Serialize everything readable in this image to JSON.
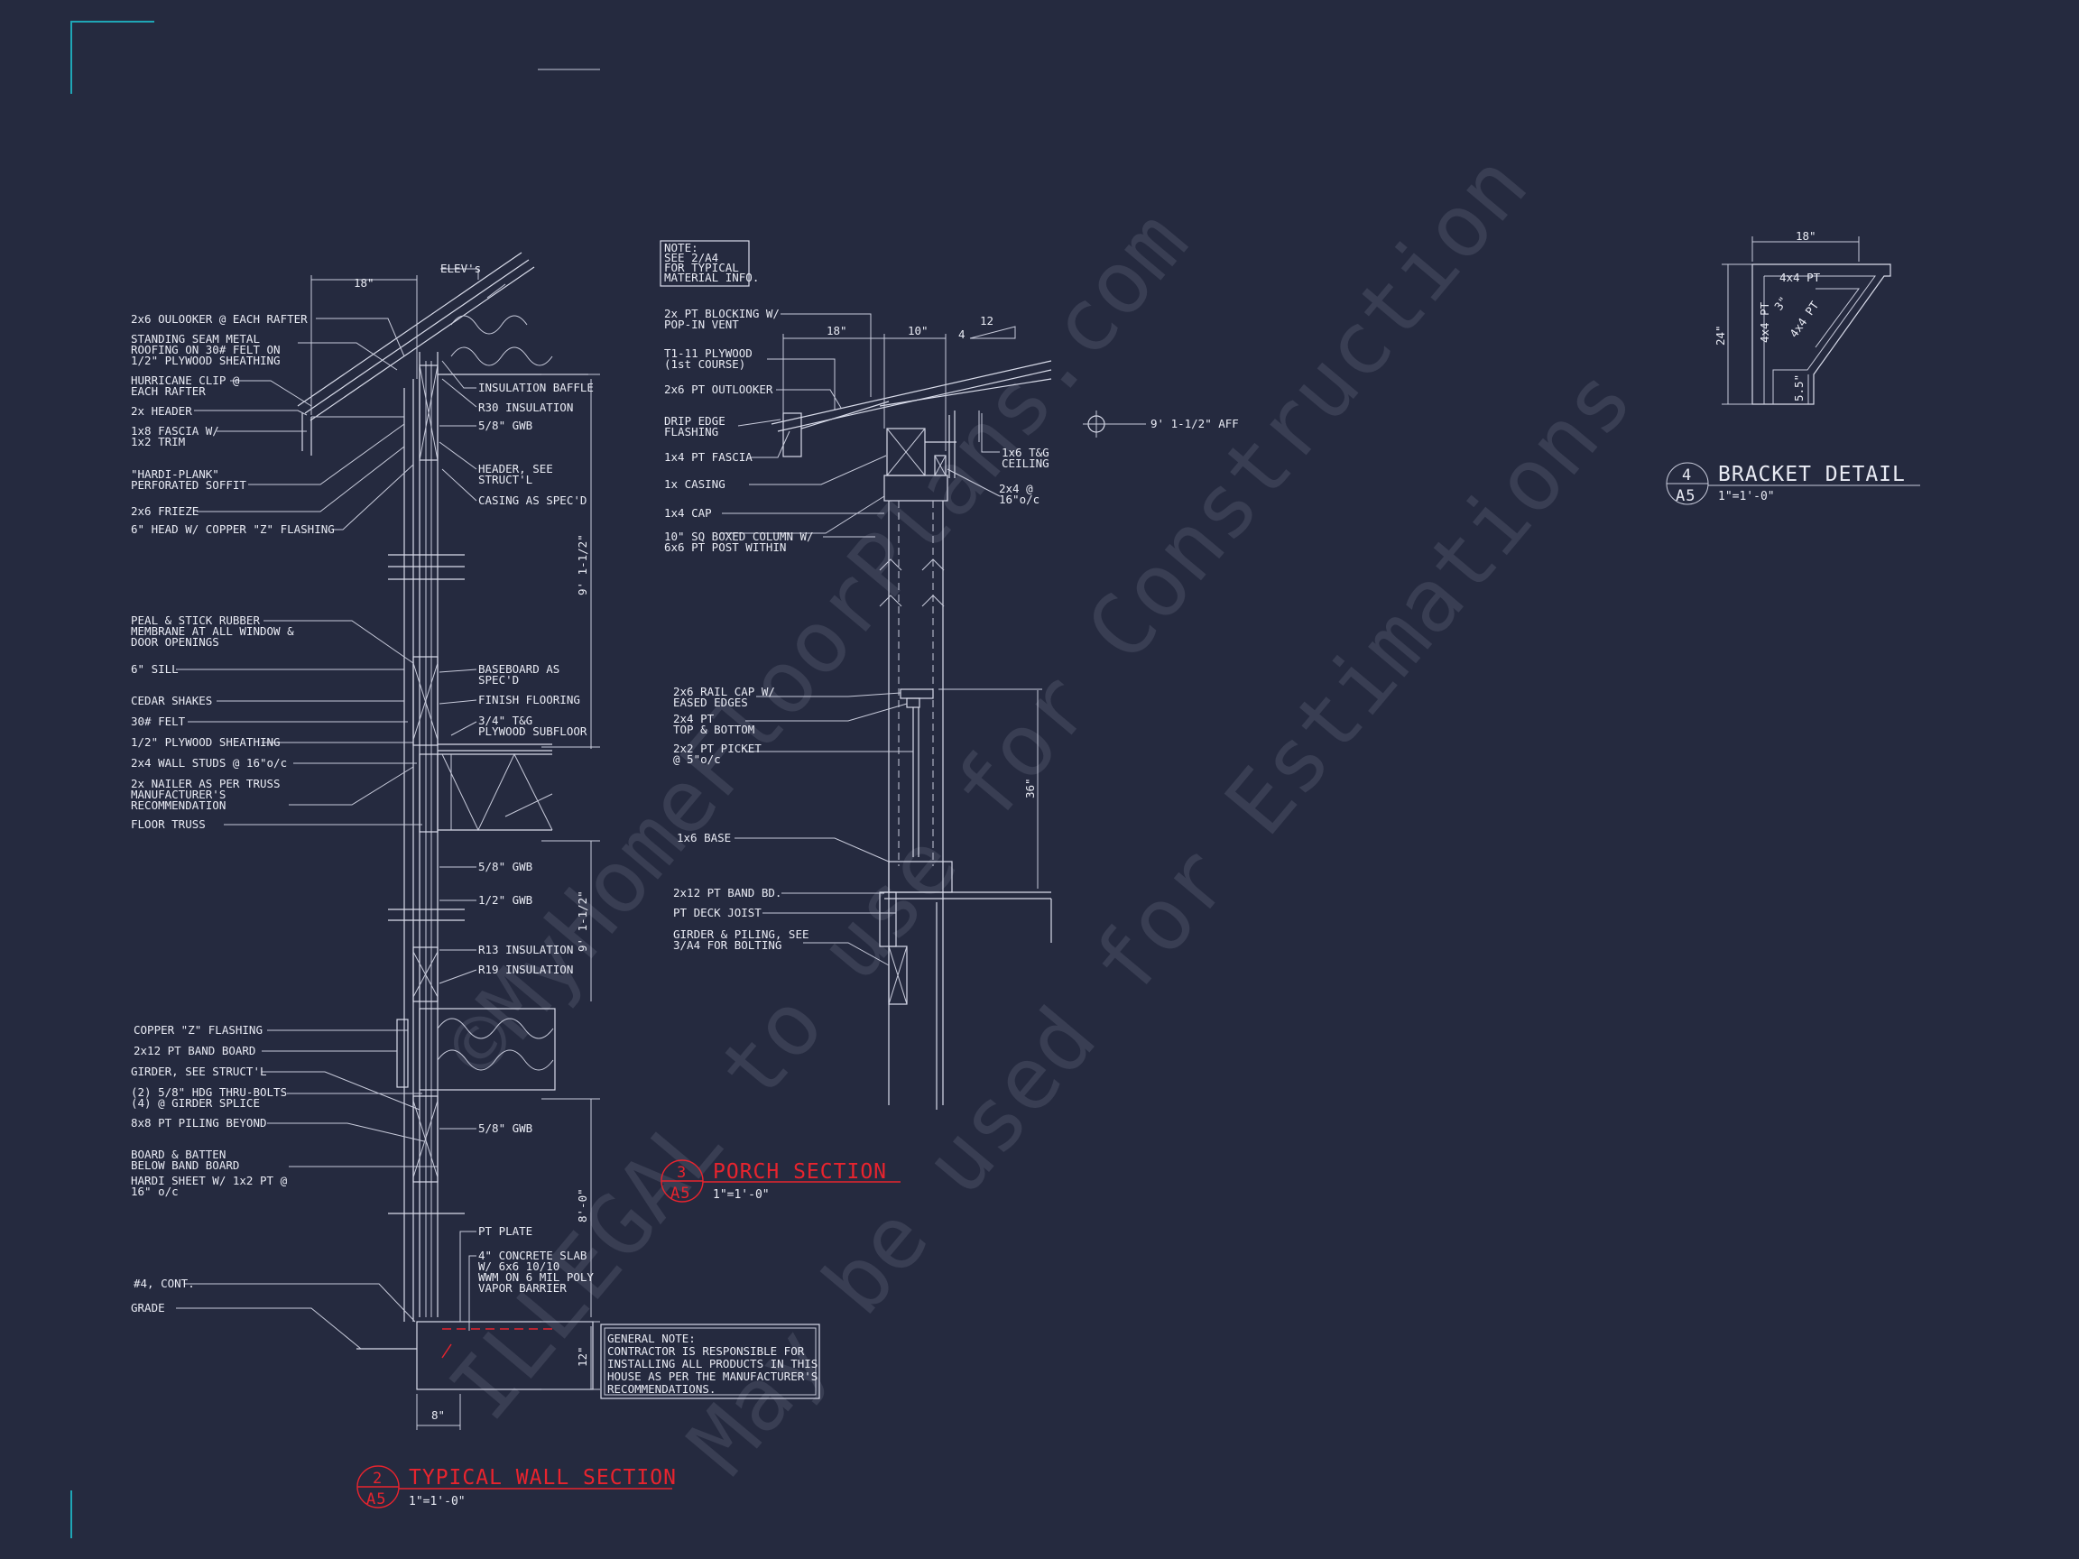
{
  "watermark": {
    "line1": "©MyHomeFloorPlans.com",
    "line2": "ILLEGAL to use for Construction",
    "line3": "May be used for Estimations"
  },
  "wall_section": {
    "number": "2",
    "sheet": "A5",
    "title": "TYPICAL WALL SECTION",
    "scale": "1\"=1'-0\"",
    "top_dims": {
      "overhang": "18\"",
      "elev": "ELEV's"
    },
    "left_labels": [
      "2x6 OULOOKER @ EACH RAFTER",
      "STANDING SEAM METAL",
      "ROOFING ON 30# FELT ON",
      "1/2\" PLYWOOD SHEATHING",
      "HURRICANE CLIP @",
      "EACH RAFTER",
      "2x HEADER",
      "1x8 FASCIA W/",
      "1x2 TRIM",
      "\"HARDI-PLANK\"",
      "PERFORATED SOFFIT",
      "2x6 FRIEZE",
      "6\" HEAD W/ COPPER \"Z\" FLASHING",
      "PEAL & STICK RUBBER",
      "MEMBRANE AT ALL WINDOW &",
      "DOOR OPENINGS",
      "6\" SILL",
      "CEDAR SHAKES",
      "30# FELT",
      "1/2\" PLYWOOD SHEATHING",
      "2x4 WALL STUDS @ 16\"o/c",
      "2x NAILER AS PER TRUSS",
      "MANUFACTURER'S",
      "RECOMMENDATION",
      "FLOOR TRUSS",
      "COPPER \"Z\" FLASHING",
      "2x12 PT BAND BOARD",
      "GIRDER, SEE STRUCT'L",
      "(2) 5/8\" HDG THRU-BOLTS",
      "(4) @ GIRDER SPLICE",
      "8x8 PT PILING BEYOND",
      "BOARD & BATTEN",
      "BELOW BAND BOARD",
      "HARDI SHEET W/ 1x2 PT @",
      "16\" o/c",
      "#4, CONT.",
      "GRADE"
    ],
    "right_labels": [
      "INSULATION BAFFLE",
      "R30 INSULATION",
      "5/8\" GWB",
      "HEADER, SEE",
      "STRUCT'L",
      "CASING AS SPEC'D",
      "BASEBOARD AS",
      "SPEC'D",
      "FINISH FLOORING",
      "3/4\" T&G",
      "PLYWOOD SUBFLOOR",
      "5/8\" GWB",
      "1/2\" GWB",
      "R13 INSULATION",
      "R19 INSULATION",
      "5/8\" GWB",
      "PT PLATE",
      "4\" CONCRETE SLAB",
      "W/ 6x6 10/10",
      "WWM ON 6 MIL POLY",
      "VAPOR BARRIER"
    ],
    "vertical_dims": [
      "9' 1-1/2\"",
      "9' 1-1/2\"",
      "8'-0\"",
      "12\""
    ],
    "bottom_dim": "8\""
  },
  "porch_section": {
    "number": "3",
    "sheet": "A5",
    "title": "PORCH SECTION",
    "scale": "1\"=1'-0\"",
    "note": [
      "NOTE:",
      "SEE 2/A4",
      "FOR TYPICAL",
      "MATERIAL INFO."
    ],
    "top_dims": {
      "overhang": "18\"",
      "column": "10\"",
      "pitch_rise": "4",
      "pitch_run": "12"
    },
    "elevation_mark": "9' 1-1/2\" AFF",
    "left_labels": [
      "2x PT BLOCKING W/",
      "POP-IN VENT",
      "T1-11 PLYWOOD",
      "(1st COURSE)",
      "2x6 PT OUTLOOKER",
      "DRIP EDGE",
      "FLASHING",
      "1x4 PT FASCIA",
      "1x CASING",
      "1x4 CAP",
      "10\" SQ BOXED COLUMN W/",
      "6x6 PT POST WITHIN",
      "2x6 RAIL CAP W/",
      "EASED EDGES",
      "2x4 PT",
      "TOP & BOTTOM",
      "2x2 PT PICKET",
      "@ 5\"o/c",
      "1x6 BASE",
      "2x12 PT BAND BD.",
      "PT DECK JOIST",
      "GIRDER & PILING, SEE",
      "3/A4 FOR BOLTING"
    ],
    "right_labels": [
      "1x6 T&G",
      "CEILING",
      "2x4 @",
      "16\"o/c"
    ],
    "rail_dim": "36\""
  },
  "bracket_detail": {
    "number": "4",
    "sheet": "A5",
    "title": "BRACKET DETAIL",
    "scale": "1\"=1'-0\"",
    "dims": {
      "width": "18\"",
      "height": "24\"",
      "foot": "5.5\""
    },
    "labels": [
      "4x4 PT",
      "4x4 PT",
      "4x4 PT",
      "3\""
    ]
  },
  "general_note": [
    "GENERAL NOTE:",
    "CONTRACTOR IS RESPONSIBLE FOR",
    "INSTALLING ALL PRODUCTS IN THIS",
    "HOUSE AS PER THE MANUFACTURER'S",
    "RECOMMENDATIONS."
  ],
  "colors": {
    "background": "#252a3f",
    "line": "#d9dcea",
    "title_red": "#e8242e",
    "corner": "#1fa6b6"
  }
}
